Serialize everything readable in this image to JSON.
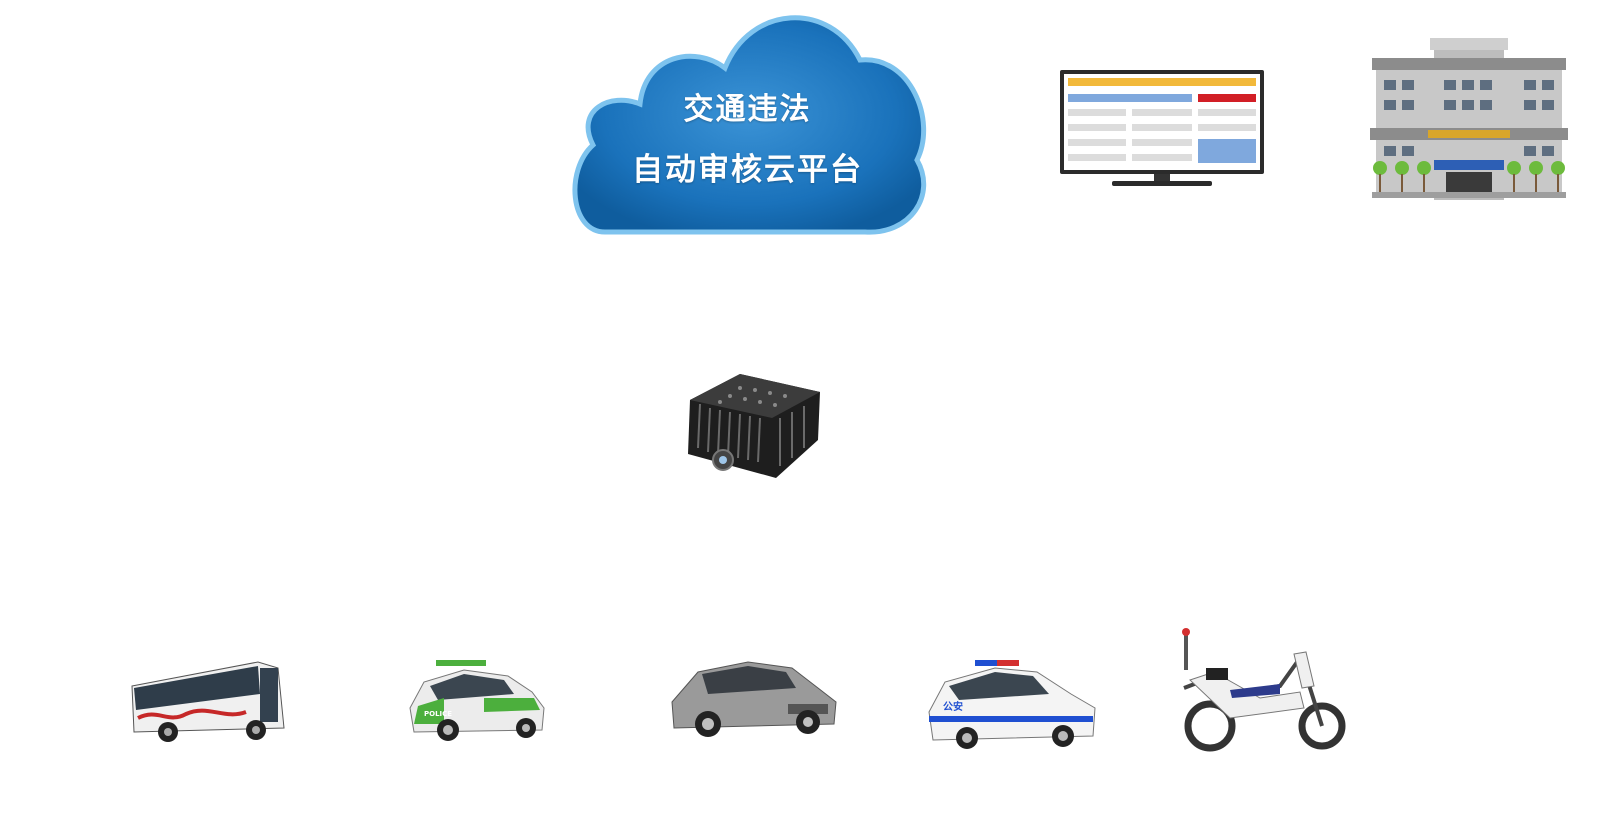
{
  "cloud": {
    "line1": "交通违法",
    "line2": "自动审核云平台",
    "color": "#1a72bb"
  },
  "green_police_car": {
    "label": "POLICE"
  },
  "police_car": {
    "label": "公安"
  },
  "colors": {
    "monitor_header": "#f2b93b",
    "monitor_blue": "#7fa8dd",
    "monitor_red": "#d21f26",
    "building_grey": "#8c8c8c",
    "green_police": "#4caf3d"
  }
}
